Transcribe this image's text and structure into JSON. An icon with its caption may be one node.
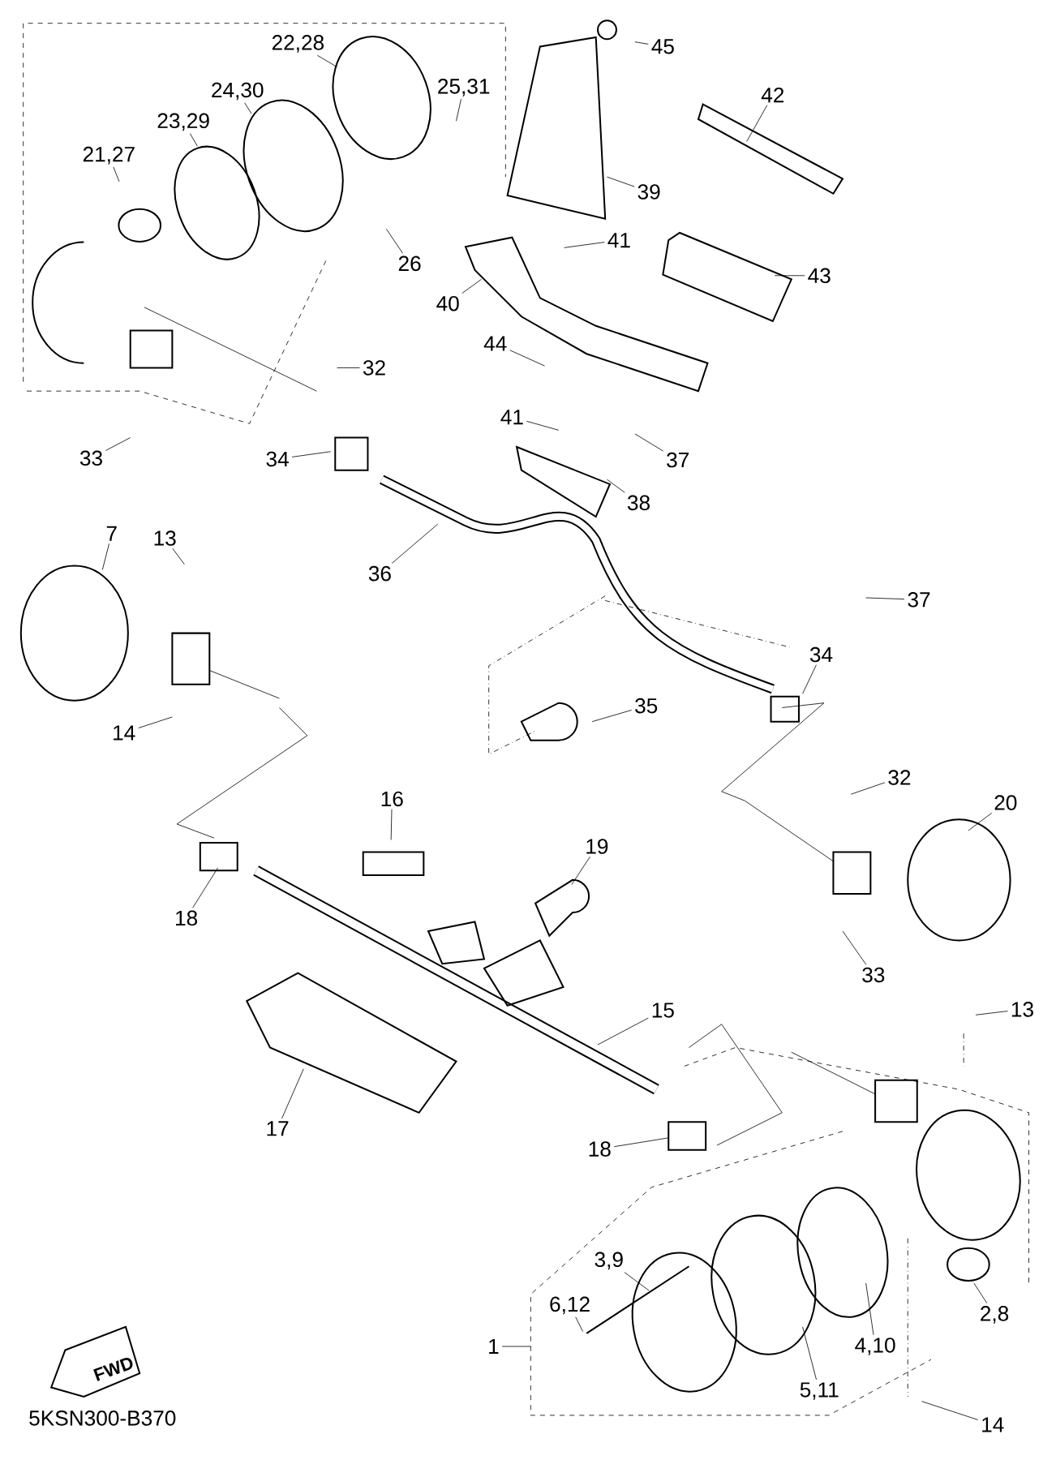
{
  "diagram": {
    "nodes": [
      {
        "text": [
          "22,28"
        ]
      },
      {
        "text": [
          "24,30"
        ]
      },
      {
        "text": [
          "23,29"
        ]
      },
      {
        "text": [
          "21,27"
        ]
      },
      {
        "text": [
          "25,31"
        ]
      },
      {
        "text": [
          "26"
        ]
      },
      {
        "text": [
          "32"
        ]
      },
      {
        "text": [
          "33"
        ]
      },
      {
        "text": [
          "34"
        ]
      },
      {
        "text": [
          "45"
        ]
      },
      {
        "text": [
          "42"
        ]
      },
      {
        "text": [
          "39"
        ]
      },
      {
        "text": [
          "41"
        ]
      },
      {
        "text": [
          "43"
        ]
      },
      {
        "text": [
          "40"
        ]
      },
      {
        "text": [
          "44"
        ]
      },
      {
        "text": [
          "41"
        ]
      },
      {
        "text": [
          "37"
        ]
      },
      {
        "text": [
          "38"
        ]
      },
      {
        "text": [
          "36"
        ]
      },
      {
        "text": [
          "7"
        ]
      },
      {
        "text": [
          "13"
        ]
      },
      {
        "text": [
          "14"
        ]
      },
      {
        "text": [
          "37"
        ]
      },
      {
        "text": [
          "34"
        ]
      },
      {
        "text": [
          "35"
        ]
      },
      {
        "text": [
          "32"
        ]
      },
      {
        "text": [
          "20"
        ]
      },
      {
        "text": [
          "33"
        ]
      },
      {
        "text": [
          "16"
        ]
      },
      {
        "text": [
          "19"
        ]
      },
      {
        "text": [
          "18"
        ]
      },
      {
        "text": [
          "15"
        ]
      },
      {
        "text": [
          "17"
        ]
      },
      {
        "text": [
          "18"
        ]
      },
      {
        "text": [
          "13"
        ]
      },
      {
        "text": [
          "3,9"
        ]
      },
      {
        "text": [
          "6,12"
        ]
      },
      {
        "text": [
          "1"
        ]
      },
      {
        "text": [
          "2,8"
        ]
      },
      {
        "text": [
          "4,10"
        ]
      },
      {
        "text": [
          "5,11"
        ]
      },
      {
        "text": [
          "14"
        ]
      }
    ],
    "edges": [
      {
        "from": 0,
        "to": null,
        "arrow": "none"
      },
      {
        "from": 1,
        "to": null,
        "arrow": "none"
      },
      {
        "from": 2,
        "to": null,
        "arrow": "none"
      },
      {
        "from": 3,
        "to": null,
        "arrow": "none"
      },
      {
        "from": 4,
        "to": null,
        "arrow": "none"
      },
      {
        "from": 5,
        "to": null,
        "arrow": "none"
      },
      {
        "from": 6,
        "to": null,
        "arrow": "none"
      },
      {
        "from": 7,
        "to": null,
        "arrow": "none"
      },
      {
        "from": 8,
        "to": null,
        "arrow": "none"
      },
      {
        "from": 9,
        "to": null,
        "arrow": "none"
      },
      {
        "from": 10,
        "to": null,
        "arrow": "none"
      },
      {
        "from": 11,
        "to": null,
        "arrow": "none"
      },
      {
        "from": 12,
        "to": null,
        "arrow": "none"
      },
      {
        "from": 13,
        "to": null,
        "arrow": "none"
      },
      {
        "from": 14,
        "to": null,
        "arrow": "none"
      },
      {
        "from": 15,
        "to": null,
        "arrow": "none"
      },
      {
        "from": 16,
        "to": null,
        "arrow": "none"
      },
      {
        "from": 17,
        "to": null,
        "arrow": "none"
      },
      {
        "from": 18,
        "to": null,
        "arrow": "none"
      },
      {
        "from": 19,
        "to": null,
        "arrow": "none"
      },
      {
        "from": 20,
        "to": null,
        "arrow": "none"
      },
      {
        "from": 21,
        "to": null,
        "arrow": "none"
      },
      {
        "from": 22,
        "to": null,
        "arrow": "none"
      },
      {
        "from": 23,
        "to": null,
        "arrow": "none"
      },
      {
        "from": 24,
        "to": null,
        "arrow": "none"
      },
      {
        "from": 25,
        "to": null,
        "arrow": "none"
      },
      {
        "from": 26,
        "to": null,
        "arrow": "none"
      },
      {
        "from": 27,
        "to": null,
        "arrow": "none"
      },
      {
        "from": 28,
        "to": null,
        "arrow": "none"
      },
      {
        "from": 29,
        "to": null,
        "arrow": "none"
      },
      {
        "from": 30,
        "to": null,
        "arrow": "none"
      },
      {
        "from": 31,
        "to": null,
        "arrow": "none"
      },
      {
        "from": 32,
        "to": null,
        "arrow": "none"
      },
      {
        "from": 33,
        "to": null,
        "arrow": "none"
      },
      {
        "from": 34,
        "to": null,
        "arrow": "none"
      },
      {
        "from": 35,
        "to": null,
        "arrow": "none"
      },
      {
        "from": 36,
        "to": null,
        "arrow": "none"
      },
      {
        "from": 37,
        "to": null,
        "arrow": "none"
      },
      {
        "from": 38,
        "to": null,
        "arrow": "none"
      },
      {
        "from": 39,
        "to": null,
        "arrow": "none"
      },
      {
        "from": 40,
        "to": null,
        "arrow": "none"
      },
      {
        "from": 41,
        "to": null,
        "arrow": "none"
      },
      {
        "from": 42,
        "to": null,
        "arrow": "none"
      }
    ],
    "labels": [
      "FWD",
      "5KSN300-B370"
    ]
  }
}
